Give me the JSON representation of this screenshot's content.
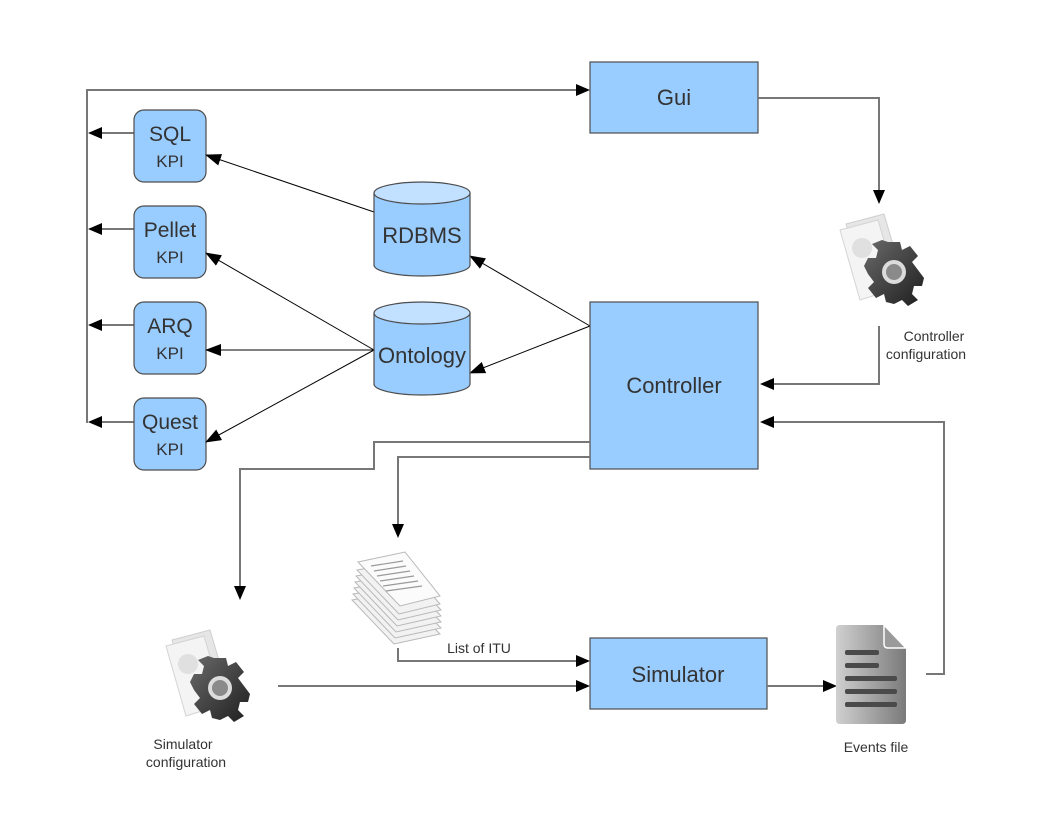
{
  "diagram": {
    "nodes": {
      "gui": {
        "label": "Gui"
      },
      "controller": {
        "label": "Controller"
      },
      "simulator": {
        "label": "Simulator"
      },
      "rdbms": {
        "label": "RDBMS"
      },
      "ontology": {
        "label": "Ontology"
      },
      "sql_kpi": {
        "line1": "SQL",
        "line2": "KPI"
      },
      "pellet_kpi": {
        "line1": "Pellet",
        "line2": "KPI"
      },
      "arq_kpi": {
        "line1": "ARQ",
        "line2": "KPI"
      },
      "quest_kpi": {
        "line1": "Quest",
        "line2": "KPI"
      },
      "controller_config": {
        "line1": "Controller",
        "line2": "configuration",
        "icon": "gear-document-icon"
      },
      "simulator_config": {
        "line1": "Simulator",
        "line2": "configuration",
        "icon": "gear-document-icon"
      },
      "list_of_itu": {
        "label": "List of ITU",
        "icon": "document-stack-icon"
      },
      "events_file": {
        "label": "Events file",
        "icon": "text-file-icon"
      }
    },
    "edges": [
      {
        "from": "KPI bus",
        "to": "Gui"
      },
      {
        "from": "Gui",
        "to": "Controller configuration"
      },
      {
        "from": "Controller configuration",
        "to": "Controller"
      },
      {
        "from": "Controller",
        "to": "RDBMS"
      },
      {
        "from": "Controller",
        "to": "Ontology"
      },
      {
        "from": "RDBMS",
        "to": "SQL KPI"
      },
      {
        "from": "Ontology",
        "to": "Pellet KPI"
      },
      {
        "from": "Ontology",
        "to": "ARQ KPI"
      },
      {
        "from": "Ontology",
        "to": "Quest KPI"
      },
      {
        "from": "SQL KPI",
        "to": "KPI bus"
      },
      {
        "from": "Pellet KPI",
        "to": "KPI bus"
      },
      {
        "from": "ARQ KPI",
        "to": "KPI bus"
      },
      {
        "from": "Quest KPI",
        "to": "KPI bus"
      },
      {
        "from": "Controller",
        "to": "Simulator configuration"
      },
      {
        "from": "Controller",
        "to": "List of ITU"
      },
      {
        "from": "List of ITU",
        "to": "Simulator"
      },
      {
        "from": "Simulator configuration",
        "to": "Simulator"
      },
      {
        "from": "Simulator",
        "to": "Events file"
      },
      {
        "from": "Events file",
        "to": "Controller"
      }
    ]
  }
}
